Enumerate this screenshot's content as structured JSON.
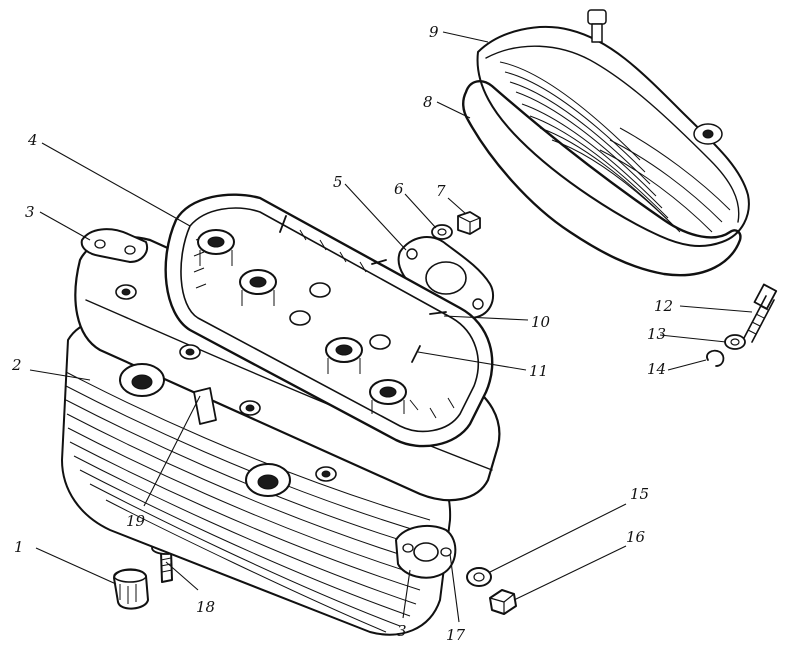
{
  "callouts": [
    {
      "id": "c1",
      "text": "1"
    },
    {
      "id": "c2",
      "text": "2"
    },
    {
      "id": "c3a",
      "text": "3"
    },
    {
      "id": "c3b",
      "text": "3"
    },
    {
      "id": "c4",
      "text": "4"
    },
    {
      "id": "c5",
      "text": "5"
    },
    {
      "id": "c6",
      "text": "6"
    },
    {
      "id": "c7",
      "text": "7"
    },
    {
      "id": "c8",
      "text": "8"
    },
    {
      "id": "c9",
      "text": "9"
    },
    {
      "id": "c10",
      "text": "10"
    },
    {
      "id": "c11",
      "text": "11"
    },
    {
      "id": "c12",
      "text": "12"
    },
    {
      "id": "c13",
      "text": "13"
    },
    {
      "id": "c14",
      "text": "14"
    },
    {
      "id": "c15",
      "text": "15"
    },
    {
      "id": "c16",
      "text": "16"
    },
    {
      "id": "c17",
      "text": "17"
    },
    {
      "id": "c18",
      "text": "18"
    },
    {
      "id": "c19",
      "text": "19"
    }
  ]
}
